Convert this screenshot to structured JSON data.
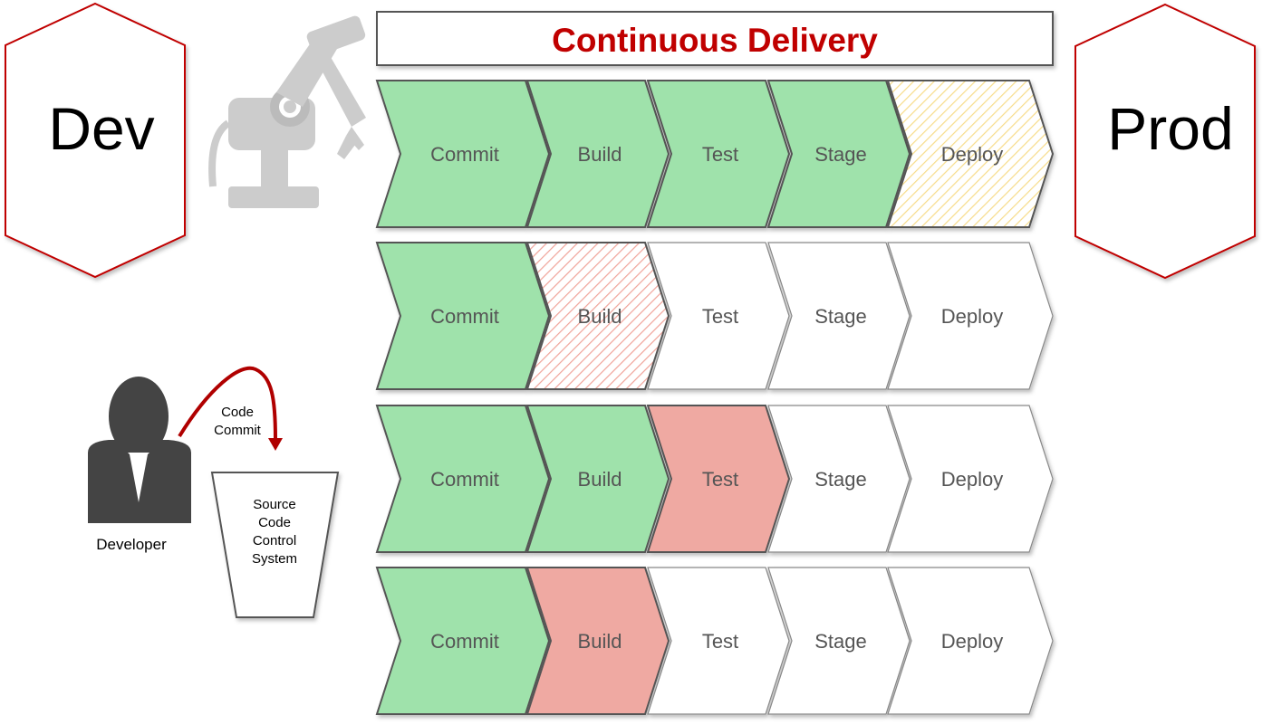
{
  "title": "Continuous Delivery",
  "environments": {
    "left": "Dev",
    "right": "Prod"
  },
  "developer": {
    "label": "Developer",
    "action_label": [
      "Code",
      "Commit"
    ]
  },
  "repository": {
    "label": [
      "Source",
      "Code",
      "Control",
      "System"
    ]
  },
  "pipelines": [
    {
      "stages": [
        {
          "label": "Commit",
          "status": "passed"
        },
        {
          "label": "Build",
          "status": "passed"
        },
        {
          "label": "Test",
          "status": "passed"
        },
        {
          "label": "Stage",
          "status": "passed"
        },
        {
          "label": "Deploy",
          "status": "in-progress"
        }
      ]
    },
    {
      "stages": [
        {
          "label": "Commit",
          "status": "passed"
        },
        {
          "label": "Build",
          "status": "running-failing"
        },
        {
          "label": "Test",
          "status": "pending"
        },
        {
          "label": "Stage",
          "status": "pending"
        },
        {
          "label": "Deploy",
          "status": "pending"
        }
      ]
    },
    {
      "stages": [
        {
          "label": "Commit",
          "status": "passed"
        },
        {
          "label": "Build",
          "status": "passed"
        },
        {
          "label": "Test",
          "status": "failed"
        },
        {
          "label": "Stage",
          "status": "pending"
        },
        {
          "label": "Deploy",
          "status": "pending"
        }
      ]
    },
    {
      "stages": [
        {
          "label": "Commit",
          "status": "passed"
        },
        {
          "label": "Build",
          "status": "failed"
        },
        {
          "label": "Test",
          "status": "pending"
        },
        {
          "label": "Stage",
          "status": "pending"
        },
        {
          "label": "Deploy",
          "status": "pending"
        }
      ]
    }
  ],
  "colors": {
    "title_text": "#c00000",
    "hexagon_border": "#c00000",
    "arrow_red": "#b00000",
    "passed": "#9fe2ab",
    "failed": "#efa9a2",
    "pending": "#ffffff",
    "hatch_red": "#f0a39a",
    "hatch_yellow": "#f7dc8a",
    "stage_stroke": "#555555",
    "person": "#444444",
    "robot": "#c8c8c8"
  },
  "icons": {
    "developer": "person-icon",
    "robot": "robot-arm-icon",
    "repository": "bucket-icon"
  }
}
